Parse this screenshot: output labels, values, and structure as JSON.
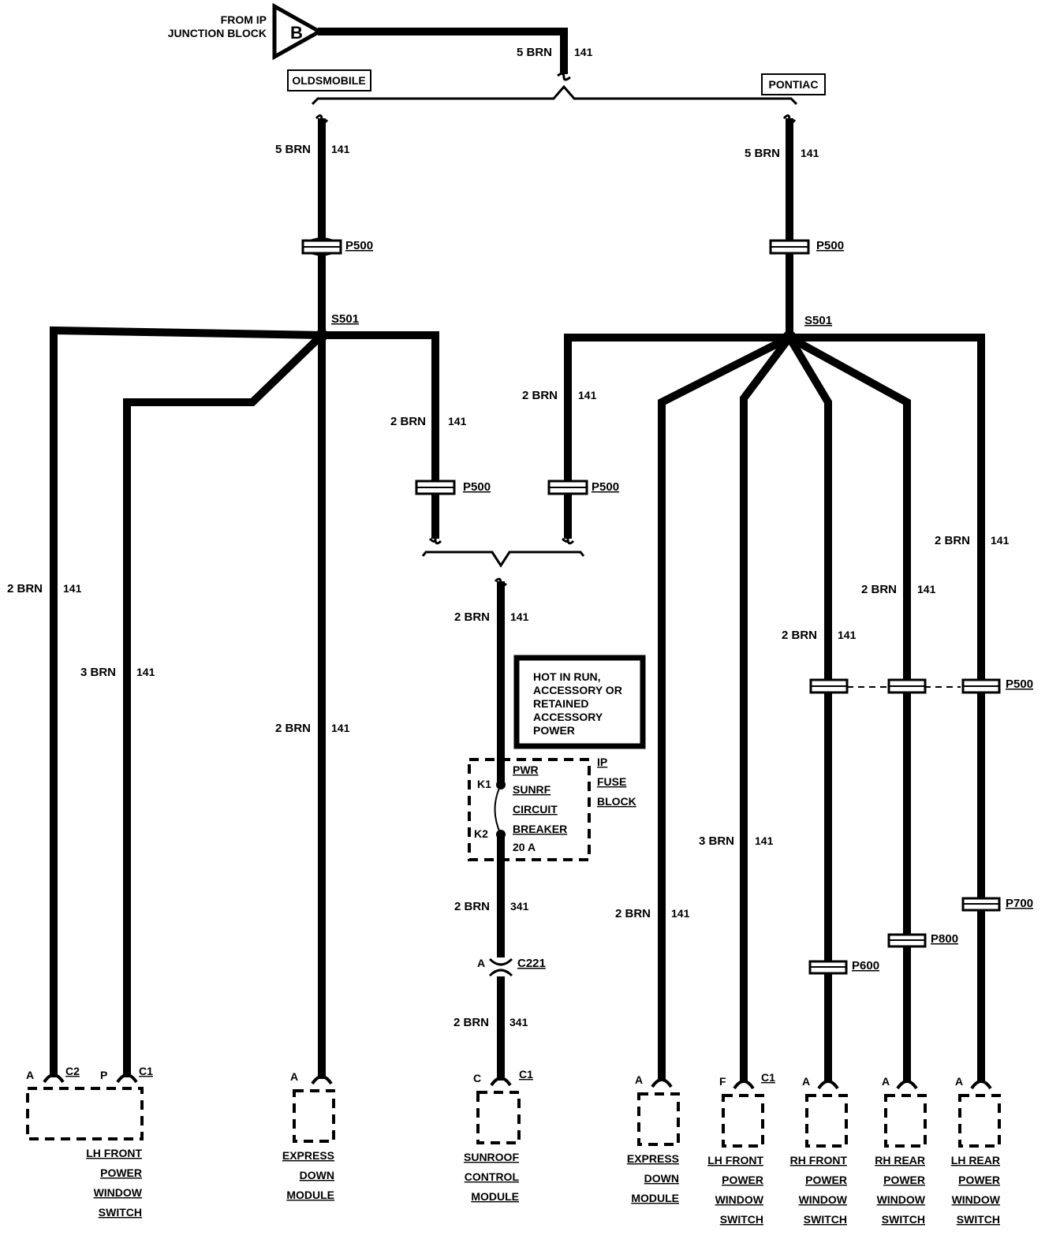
{
  "source": {
    "text_line1": "FROM IP",
    "text_line2": "JUNCTION BLOCK",
    "symbol": "B",
    "wire_label": "5 BRN",
    "circuit": "141"
  },
  "branches": {
    "left_label": "OLDSMOBILE",
    "right_label": "PONTIAC"
  },
  "left": {
    "main_wire": "5 BRN",
    "main_circuit": "141",
    "connector": "P500",
    "splice": "S501",
    "wire_a": "2 BRN",
    "circuit_a": "141",
    "wire_b": "3 BRN",
    "circuit_b": "141",
    "wire_c": "2 BRN",
    "circuit_c": "141",
    "wire_d": "2 BRN",
    "circuit_d": "141",
    "connector_d": "P500"
  },
  "right": {
    "main_wire": "5 BRN",
    "main_circuit": "141",
    "connector": "P500",
    "splice": "S501",
    "wire_sunroof": "2 BRN",
    "circuit_sunroof": "141",
    "connector_sunroof": "P500",
    "wire_exp": "2 BRN",
    "circuit_exp": "141",
    "wire_lhf": "3 BRN",
    "circuit_lhf": "141",
    "wire_rhf": "2 BRN",
    "circuit_rhf": "141",
    "wire_rhr": "2 BRN",
    "circuit_rhr": "141",
    "wire_lhr": "2 BRN",
    "circuit_lhr": "141",
    "connector_p500": "P500",
    "connector_p600": "P600",
    "connector_p800": "P800",
    "connector_p700": "P700"
  },
  "center": {
    "wire_top": "2 BRN",
    "circuit_top": "141",
    "hot_note": [
      "HOT IN RUN,",
      "ACCESSORY OR",
      "RETAINED",
      "ACCESSORY",
      "POWER"
    ],
    "fuse_pin_top": "K1",
    "fuse_pin_bottom": "K2",
    "breaker_text": [
      "PWR",
      "SUNRF",
      "CIRCUIT",
      "BREAKER",
      "20 A"
    ],
    "fuse_block": [
      "IP",
      "FUSE",
      "BLOCK"
    ],
    "wire_mid": "2 BRN",
    "circuit_mid": "341",
    "connector_c221_pin": "A",
    "connector_c221": "C221",
    "wire_bottom": "2 BRN",
    "circuit_bottom": "341"
  },
  "components": [
    {
      "name": [
        "LH FRONT",
        "POWER",
        "WINDOW",
        "SWITCH"
      ],
      "pins": [
        "A",
        "P"
      ],
      "conns": [
        "C2",
        "C1"
      ]
    },
    {
      "name": [
        "EXPRESS",
        "DOWN",
        "MODULE"
      ],
      "pins": [
        "A"
      ],
      "conns": []
    },
    {
      "name": [
        "SUNROOF",
        "CONTROL",
        "MODULE"
      ],
      "pins": [
        "C"
      ],
      "conns": [
        "C1"
      ]
    },
    {
      "name": [
        "EXPRESS",
        "DOWN",
        "MODULE"
      ],
      "pins": [
        "A"
      ],
      "conns": []
    },
    {
      "name": [
        "LH FRONT",
        "POWER",
        "WINDOW",
        "SWITCH"
      ],
      "pins": [
        "F"
      ],
      "conns": [
        "C1"
      ]
    },
    {
      "name": [
        "RH FRONT",
        "POWER",
        "WINDOW",
        "SWITCH"
      ],
      "pins": [
        "A"
      ],
      "conns": []
    },
    {
      "name": [
        "RH REAR",
        "POWER",
        "WINDOW",
        "SWITCH"
      ],
      "pins": [
        "A"
      ],
      "conns": []
    },
    {
      "name": [
        "LH REAR",
        "POWER",
        "WINDOW",
        "SWITCH"
      ],
      "pins": [
        "A"
      ],
      "conns": []
    }
  ]
}
